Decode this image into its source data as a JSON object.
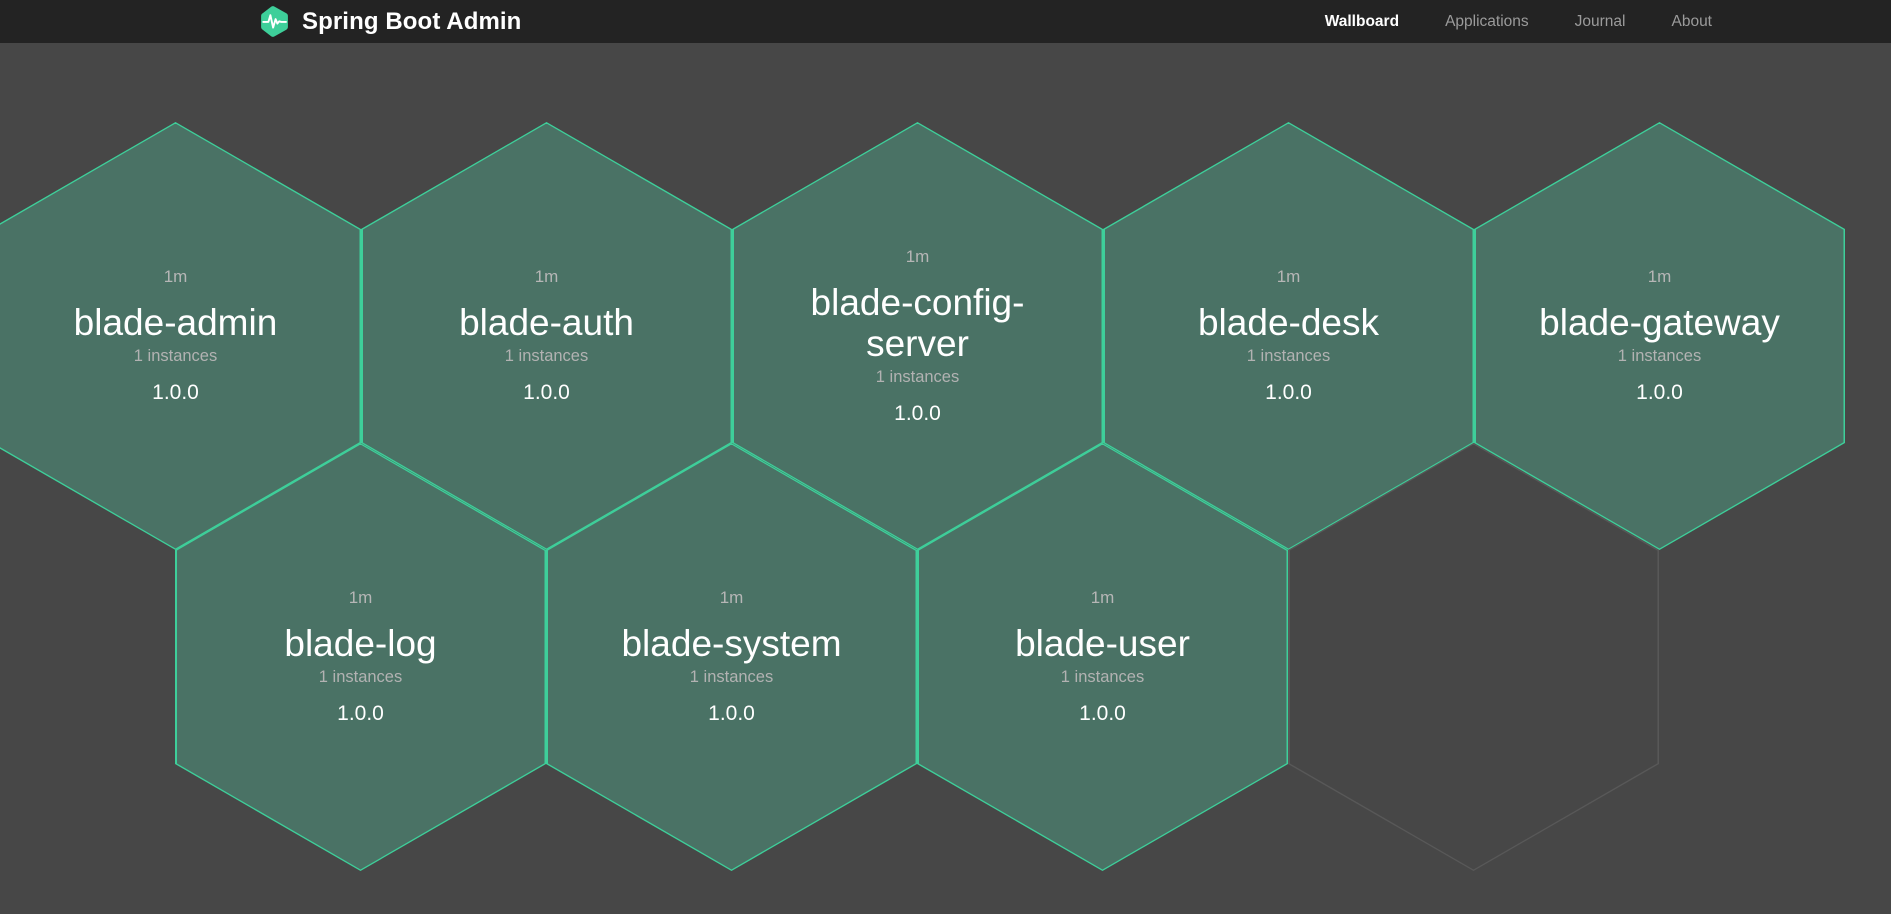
{
  "header": {
    "logo_icon": "spring-boot-admin-hexagon-heartbeat-logo",
    "brand_title": "Spring Boot Admin",
    "nav": [
      {
        "label": "Wallboard",
        "active": true
      },
      {
        "label": "Applications",
        "active": false
      },
      {
        "label": "Journal",
        "active": false
      },
      {
        "label": "About",
        "active": false
      }
    ]
  },
  "colors": {
    "header_bg": "#232323",
    "page_bg": "#474747",
    "hex_fill": "#4a7265",
    "hex_border": "#3ecf9a",
    "brand_accent": "#3ecf9a",
    "empty_hex_border": "#585858",
    "text_primary": "#ffffff",
    "text_muted": "#b2b2b2"
  },
  "wallboard": {
    "applications": [
      {
        "name": "blade-admin",
        "time": "1m",
        "instances": "1 instances",
        "version": "1.0.0",
        "status": "UP"
      },
      {
        "name": "blade-auth",
        "time": "1m",
        "instances": "1 instances",
        "version": "1.0.0",
        "status": "UP"
      },
      {
        "name": "blade-config-server",
        "time": "1m",
        "instances": "1 instances",
        "version": "1.0.0",
        "status": "UP"
      },
      {
        "name": "blade-desk",
        "time": "1m",
        "instances": "1 instances",
        "version": "1.0.0",
        "status": "UP"
      },
      {
        "name": "blade-gateway",
        "time": "1m",
        "instances": "1 instances",
        "version": "1.0.0",
        "status": "UP"
      },
      {
        "name": "blade-log",
        "time": "1m",
        "instances": "1 instances",
        "version": "1.0.0",
        "status": "UP"
      },
      {
        "name": "blade-system",
        "time": "1m",
        "instances": "1 instances",
        "version": "1.0.0",
        "status": "UP"
      },
      {
        "name": "blade-user",
        "time": "1m",
        "instances": "1 instances",
        "version": "1.0.0",
        "status": "UP"
      }
    ]
  }
}
